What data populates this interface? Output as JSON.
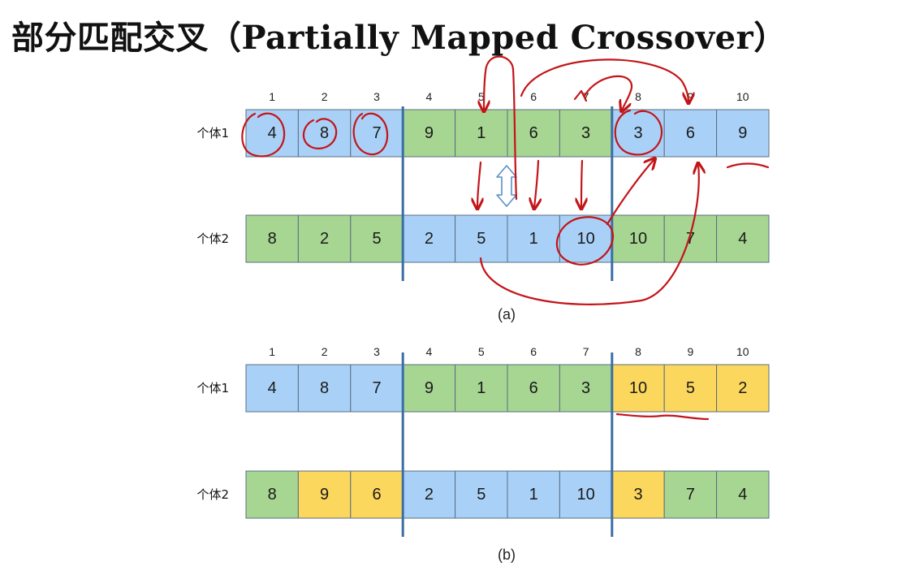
{
  "title": "部分匹配交叉（Partially Mapped Crossover）",
  "colors": {
    "blue": "#a9d1f7",
    "green": "#a7d592",
    "yellow": "#fcd75d",
    "cut_line": "#3b6ea5",
    "annotation": "#c41418"
  },
  "panels": [
    {
      "caption": "(a)",
      "positions": [
        "1",
        "2",
        "3",
        "4",
        "5",
        "6",
        "7",
        "8",
        "9",
        "10"
      ],
      "rows": [
        {
          "label": "个体1",
          "cells": [
            {
              "value": "4",
              "color": "blue"
            },
            {
              "value": "8",
              "color": "blue"
            },
            {
              "value": "7",
              "color": "blue"
            },
            {
              "value": "9",
              "color": "green"
            },
            {
              "value": "1",
              "color": "green"
            },
            {
              "value": "6",
              "color": "green"
            },
            {
              "value": "3",
              "color": "green"
            },
            {
              "value": "3",
              "color": "blue"
            },
            {
              "value": "6",
              "color": "blue"
            },
            {
              "value": "9",
              "color": "blue"
            }
          ]
        },
        {
          "label": "个体2",
          "cells": [
            {
              "value": "8",
              "color": "green"
            },
            {
              "value": "2",
              "color": "green"
            },
            {
              "value": "5",
              "color": "green"
            },
            {
              "value": "2",
              "color": "blue"
            },
            {
              "value": "5",
              "color": "blue"
            },
            {
              "value": "1",
              "color": "blue"
            },
            {
              "value": "10",
              "color": "blue"
            },
            {
              "value": "10",
              "color": "green"
            },
            {
              "value": "7",
              "color": "green"
            },
            {
              "value": "4",
              "color": "green"
            }
          ]
        }
      ]
    },
    {
      "caption": "(b)",
      "positions": [
        "1",
        "2",
        "3",
        "4",
        "5",
        "6",
        "7",
        "8",
        "9",
        "10"
      ],
      "rows": [
        {
          "label": "个体1",
          "cells": [
            {
              "value": "4",
              "color": "blue"
            },
            {
              "value": "8",
              "color": "blue"
            },
            {
              "value": "7",
              "color": "blue"
            },
            {
              "value": "9",
              "color": "green"
            },
            {
              "value": "1",
              "color": "green"
            },
            {
              "value": "6",
              "color": "green"
            },
            {
              "value": "3",
              "color": "green"
            },
            {
              "value": "10",
              "color": "yellow"
            },
            {
              "value": "5",
              "color": "yellow"
            },
            {
              "value": "2",
              "color": "yellow"
            }
          ]
        },
        {
          "label": "个体2",
          "cells": [
            {
              "value": "8",
              "color": "green"
            },
            {
              "value": "9",
              "color": "yellow"
            },
            {
              "value": "6",
              "color": "yellow"
            },
            {
              "value": "2",
              "color": "blue"
            },
            {
              "value": "5",
              "color": "blue"
            },
            {
              "value": "1",
              "color": "blue"
            },
            {
              "value": "10",
              "color": "blue"
            },
            {
              "value": "3",
              "color": "yellow"
            },
            {
              "value": "7",
              "color": "green"
            },
            {
              "value": "4",
              "color": "green"
            }
          ]
        }
      ]
    }
  ],
  "exchange_icon": "double-headed-arrow-icon"
}
